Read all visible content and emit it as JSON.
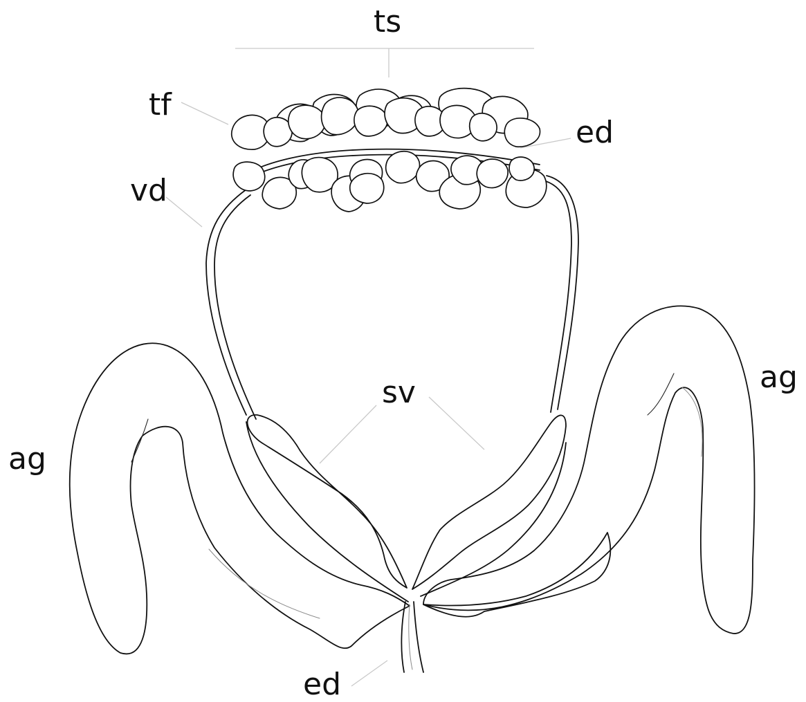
{
  "labels": {
    "ts": "ts",
    "tf": "tf",
    "ed_top": "ed",
    "vd": "vd",
    "sv": "sv",
    "ag_left": "ag",
    "ag_right": "ag",
    "ed_bottom": "ed"
  }
}
